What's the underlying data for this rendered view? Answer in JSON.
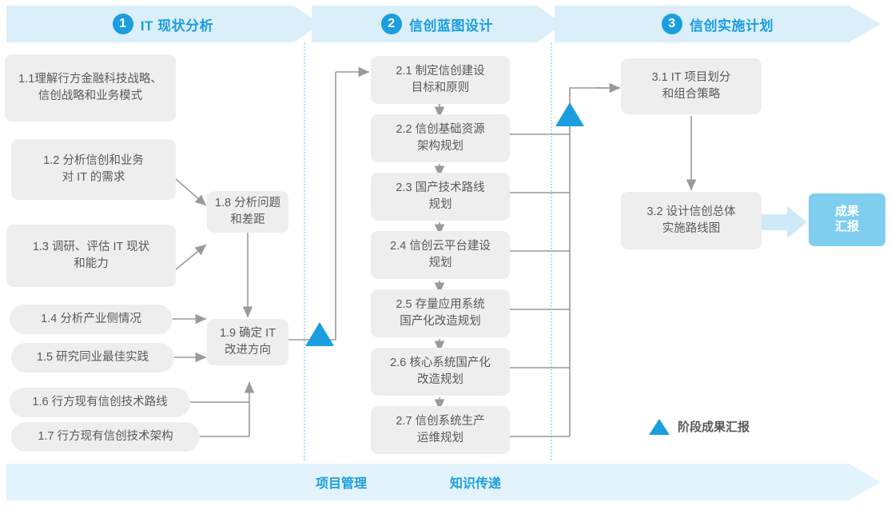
{
  "phases": [
    {
      "num": "1",
      "title": "IT 现状分析"
    },
    {
      "num": "2",
      "title": "信创蓝图设计"
    },
    {
      "num": "3",
      "title": "信创实施计划"
    }
  ],
  "column1": [
    {
      "id": "1.1",
      "label": "1.1理解行方金融科技战略、\n信创战略和业务模式"
    },
    {
      "id": "1.2",
      "label": "1.2 分析信创和业务\n对 IT 的需求"
    },
    {
      "id": "1.3",
      "label": "1.3 调研、评估 IT 现状\n和能力"
    },
    {
      "id": "1.4",
      "label": "1.4 分析产业侧情况"
    },
    {
      "id": "1.5",
      "label": "1.5 研究同业最佳实践"
    },
    {
      "id": "1.6",
      "label": "1.6 行方现有信创技术路线"
    },
    {
      "id": "1.7",
      "label": "1.7 行方现有信创技术架构"
    }
  ],
  "column1b": [
    {
      "id": "1.8",
      "label": "1.8 分析问题\n和差距"
    },
    {
      "id": "1.9",
      "label": "1.9 确定 IT\n改进方向"
    }
  ],
  "column2": [
    {
      "id": "2.1",
      "label": "2.1 制定信创建设\n目标和原则"
    },
    {
      "id": "2.2",
      "label": "2.2 信创基础资源\n架构规划"
    },
    {
      "id": "2.3",
      "label": "2.3 国产技术路线\n规划"
    },
    {
      "id": "2.4",
      "label": "2.4 信创云平台建设\n规划"
    },
    {
      "id": "2.5",
      "label": "2.5 存量应用系统\n国产化改造规划"
    },
    {
      "id": "2.6",
      "label": "2.6 核心系统国产化\n改造规划"
    },
    {
      "id": "2.7",
      "label": "2.7 信创系统生产\n运维规划"
    }
  ],
  "column3": [
    {
      "id": "3.1",
      "label": "3.1 IT 项目划分\n和组合策略"
    },
    {
      "id": "3.2",
      "label": "3.2 设计信创总体\n实施路线图"
    }
  ],
  "result_badge": {
    "label": "成果\n汇报"
  },
  "legend": {
    "label": "阶段成果汇报"
  },
  "footer": {
    "labels": [
      "项目管理",
      "知识传递"
    ]
  },
  "colors": {
    "accent": "#1a9ee0",
    "banner_bg": "#dbeffa",
    "box_bg": "#eeeeee",
    "box_text": "#5a5a5a",
    "result_bg": "#7fceef",
    "connector": "#9a9a9a",
    "divider": "#5fc2e8",
    "footer_bg": "#e2f3fb",
    "result_arrow": "#cfe9f8"
  }
}
